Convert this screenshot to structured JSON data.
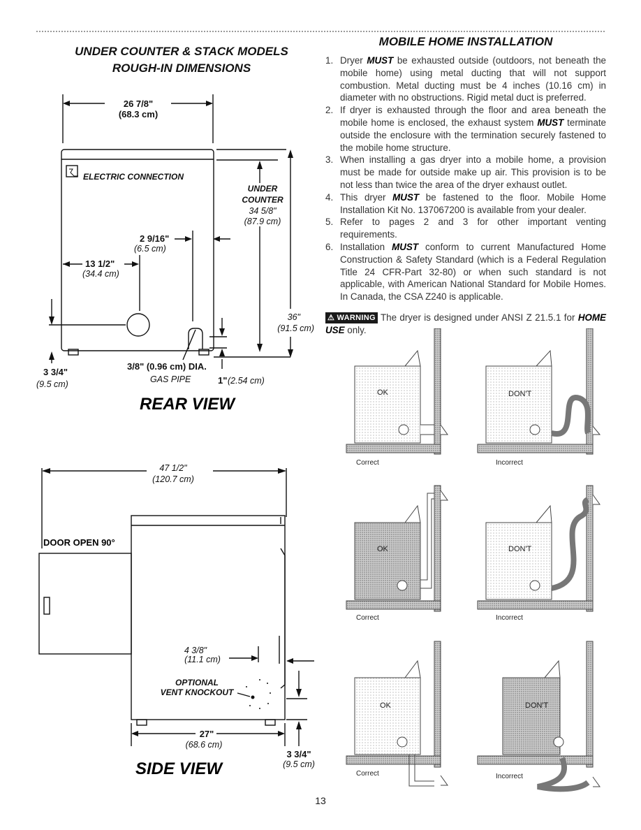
{
  "left": {
    "title_line1": "UNDER COUNTER & STACK MODELS",
    "title_line2": "ROUGH-IN DIMENSIONS",
    "rear": {
      "width_in": "26 7/8\"",
      "width_cm": "(68.3 cm)",
      "electric": "ELECTRIC CONNECTION",
      "under": "UNDER",
      "counter": "COUNTER",
      "counter_in": "34 5/8\"",
      "counter_cm": "(87.9 cm)",
      "d2_in": "2 9/16\"",
      "d2_cm": "(6.5 cm)",
      "d13_in": "13 1/2\"",
      "d13_cm": "(34.4 cm)",
      "h36_in": "36\"",
      "h36_cm": "(91.5 cm)",
      "gas_dia": "3/8\" (0.96 cm) DIA.",
      "gas_pipe": "GAS PIPE",
      "one_in": "1\"",
      "one_cm": "(2.54 cm)",
      "d3_in": "3 3/4\"",
      "d3_cm": "(9.5 cm)",
      "view": "REAR VIEW"
    },
    "side": {
      "d47_in": "47 1/2\"",
      "d47_cm": "(120.7 cm)",
      "door": "DOOR OPEN 90°",
      "d4_in": "4 3/8\"",
      "d4_cm": "(11.1 cm)",
      "opt1": "OPTIONAL",
      "opt2": "VENT KNOCKOUT",
      "d27_in": "27\"",
      "d27_cm": "(68.6 cm)",
      "d3_in": "3 3/4\"",
      "d3_cm": "(9.5 cm)",
      "view": "SIDE VIEW"
    }
  },
  "right": {
    "title": "MOBILE HOME INSTALLATION",
    "items": [
      {
        "n": "1.",
        "pre": "Dryer ",
        "em": "MUST",
        "post": " be exhausted outside (outdoors, not beneath the mobile home) using metal ducting that will not support combustion. Metal ducting must be 4 inches (10.16 cm) in diameter with no obstructions. Rigid metal duct is preferred."
      },
      {
        "n": "2.",
        "pre": "If dryer is exhausted through the floor and area beneath the mobile home is enclosed, the exhaust system ",
        "em": "MUST",
        "post": " terminate outside the enclosure with the termination securely fastened to the mobile home structure."
      },
      {
        "n": "3.",
        "pre": "When installing a gas dryer into a mobile home, a provision must be made for outside make up air. This provision is to be not less than twice the area of the dryer exhaust outlet.",
        "em": "",
        "post": ""
      },
      {
        "n": "4.",
        "pre": "This dryer ",
        "em": "MUST",
        "post": " be fastened to the floor. Mobile Home Installation Kit No. 137067200 is available from your dealer."
      },
      {
        "n": "5.",
        "pre": "Refer to pages 2 and 3 for other important venting requirements.",
        "em": "",
        "post": ""
      },
      {
        "n": "6.",
        "pre": "Installation ",
        "em": "MUST",
        "post": " conform to current Manufactured Home Construction & Safety Standard (which is a Federal Regulation Title 24 CFR-Part 32-80) or when such standard is not applicable, with American National Standard for Mobile Homes. In Canada, the CSA Z240 is applicable."
      }
    ],
    "warning_badge": "WARNING",
    "warning_text": " The dryer is designed under ANSI Z 21.5.1 for ",
    "warning_em": "HOME USE",
    "warning_tail": " only.",
    "figures": [
      {
        "tag": "OK",
        "caption": "Correct"
      },
      {
        "tag": "DON'T",
        "caption": "Incorrect"
      },
      {
        "tag": "OK",
        "caption": "Correct"
      },
      {
        "tag": "DON'T",
        "caption": "Incorrect"
      },
      {
        "tag": "OK",
        "caption": "Correct"
      },
      {
        "tag": "DON'T",
        "caption": "Incorrect"
      }
    ]
  },
  "page_number": "13"
}
